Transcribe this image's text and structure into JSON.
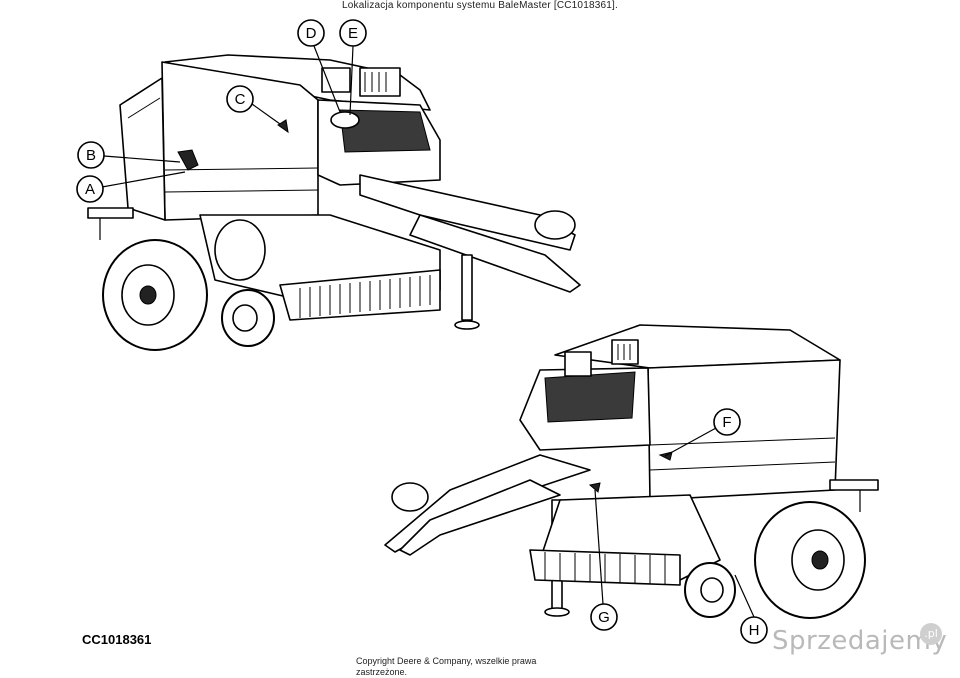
{
  "header": {
    "caption": "Lokalizacja komponentu systemu BaleMaster [CC1018361]."
  },
  "figure": {
    "figure_id": "CC1018361",
    "callouts": [
      {
        "id": "A",
        "label": "A"
      },
      {
        "id": "B",
        "label": "B"
      },
      {
        "id": "C",
        "label": "C"
      },
      {
        "id": "D",
        "label": "D"
      },
      {
        "id": "E",
        "label": "E"
      },
      {
        "id": "F",
        "label": "F"
      },
      {
        "id": "G",
        "label": "G"
      },
      {
        "id": "H",
        "label": "H"
      }
    ]
  },
  "footer": {
    "copyright_line1": "Copyright Deere & Company, wszelkie prawa",
    "copyright_line2": "zastrzeżone.",
    "watermark": "Sprzedajemy",
    "watermark_suffix": ".pl"
  }
}
